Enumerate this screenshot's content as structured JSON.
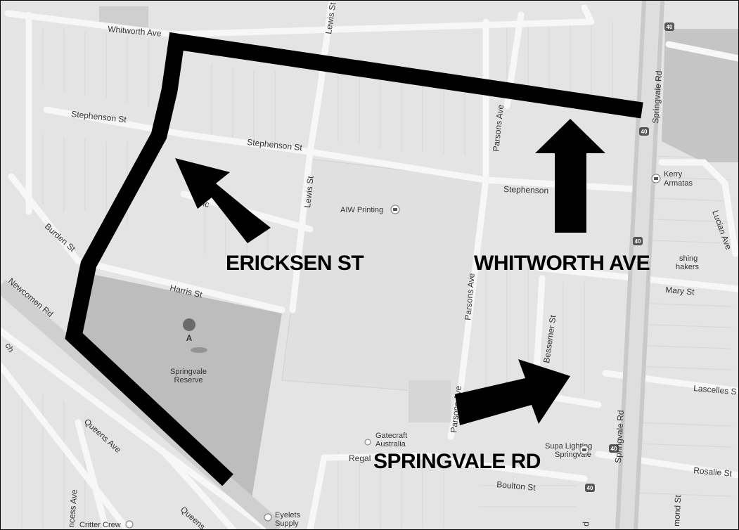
{
  "map": {
    "colors": {
      "background": "#e4e4e4",
      "road": "#f7f7f7",
      "major_road": "#c9c9c9",
      "park": "#bdbdbd",
      "route": "#000000",
      "arrow": "#000000",
      "label": "#333333"
    },
    "streets": {
      "whitworth_ave_top": "Whitworth Ave",
      "lewis_st_top": "Lewis St",
      "stephenson_st_west": "Stephenson St",
      "stephenson_st_mid": "Stephenson St",
      "stephenson_st_east": "Stephenson",
      "mc_st": "Mc",
      "lewis_st_mid": "Lewis St",
      "burden_st": "Burden St",
      "harris_st": "Harris St",
      "newcomen_rd": "Newcomen Rd",
      "parsons_ave_north": "Parsons Ave",
      "parsons_ave_mid": "Parsons Ave",
      "parsons_ave_south": "Parsons Ave",
      "springvale_rd_north": "Springvale Rd",
      "springvale_rd_south": "Springvale Rd",
      "lucian_ave": "Lucian Ave",
      "mary_st": "Mary St",
      "bessemer_st": "Bessemer St",
      "lascelles_st": "Lascelles S",
      "rosalie_st": "Rosalie St",
      "queens_ave": "Queens Ave",
      "queens_lower": "Queens",
      "regal": "Regal",
      "boulton_st": "Boulton St",
      "princess_ave": "ncess Ave",
      "mond_st": "mond St",
      "rd_fragment": "d"
    },
    "pois": {
      "aiw_printing": "AIW Printing",
      "kerry_line1": "Kerry",
      "kerry_line2": "Armatas",
      "springvale_reserve_line1": "Springvale",
      "springvale_reserve_line2": "Reserve",
      "reserve_marker": "A",
      "gatecraft_line1": "Gatecraft",
      "gatecraft_line2": "Australia",
      "supa_lighting_line1": "Supa Lighting",
      "supa_lighting_line2": "Springvale",
      "eyelets_line1": "Eyelets",
      "eyelets_line2": "Supply",
      "critter_crew": "Critter Crew",
      "shing_line1": "shing",
      "shing_line2": "hakers",
      "ch_fragment": "ch"
    },
    "route_shield": "40",
    "annotations": {
      "ericksen_st": "ERICKSEN ST",
      "whitworth_ave": "WHITWORTH AVE",
      "springvale_rd": "SPRINGVALE RD"
    }
  }
}
